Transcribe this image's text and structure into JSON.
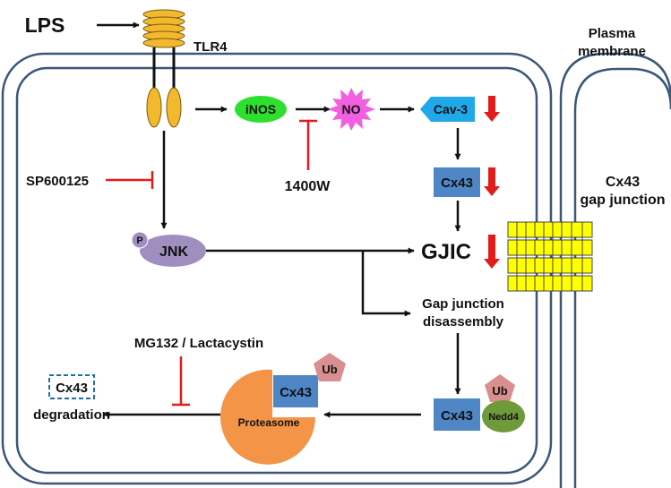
{
  "labels": {
    "lps": "LPS",
    "tlr4": "TLR4",
    "plasma_membrane_line1": "Plasma",
    "plasma_membrane_line2": "membrane",
    "inos": "iNOS",
    "no": "NO",
    "cav3": "Cav-3",
    "inhibitor_1400w": "1400W",
    "sp600125": "SP600125",
    "cx43_top": "Cx43",
    "gap_junction_line1": "Cx43",
    "gap_junction_line2": "gap junction",
    "phospho": "P",
    "jnk": "JNK",
    "gjic": "GJIC",
    "disassembly_line1": "Gap junction",
    "disassembly_line2": "disassembly",
    "mg132": "MG132 / Lactacystin",
    "ub_proteasome": "Ub",
    "cx43_proteasome": "Cx43",
    "proteasome": "Proteasome",
    "cx43_degradation": "Cx43",
    "degradation": "degradation",
    "ub_bottom": "Ub",
    "cx43_bottom": "Cx43",
    "nedd4": "Nedd4"
  },
  "colors": {
    "membrane": "#3b5677",
    "receptor": "#f2b92e",
    "inos": "#2ee02e",
    "no_star": "#f25fe0",
    "cav3": "#20a9e8",
    "cx43_box": "#4f86c6",
    "jnk": "#a08ec0",
    "ubiquitin": "#d98f8f",
    "proteasome": "#f39447",
    "nedd4": "#6e9a3a",
    "gap_junction": "#ffff00",
    "down_arrow": "#e21b1b",
    "inhibitor": "#e21b1b"
  }
}
